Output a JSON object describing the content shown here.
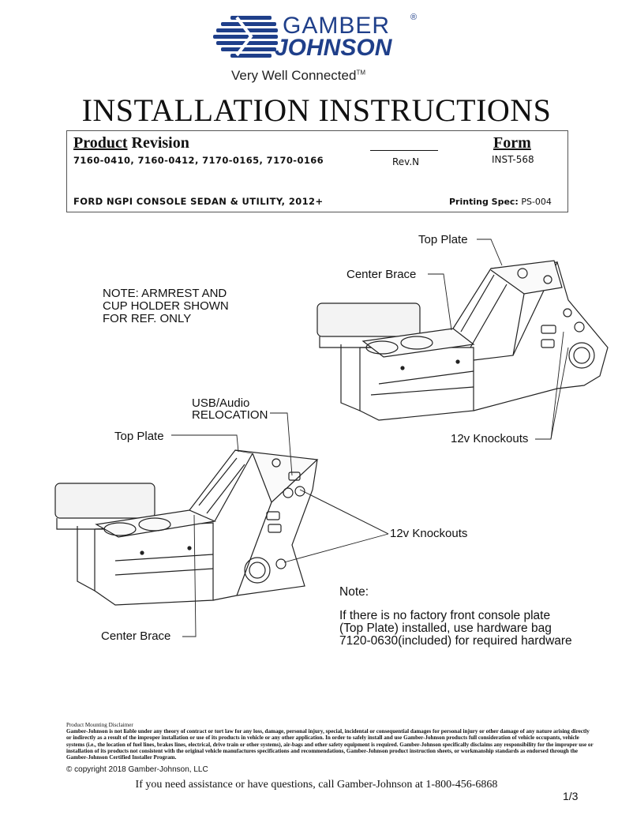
{
  "header": {
    "logo_line1": "GAMBER",
    "logo_line2": "JOHNSON",
    "logo_reg": "®",
    "tagline": "Very Well Connected",
    "tagline_tm": "TM",
    "title": "INSTALLATION INSTRUCTIONS"
  },
  "info": {
    "product_label": "Product",
    "revision_label": "Revision",
    "form_label": "Form",
    "part_numbers": "7160-0410, 7160-0412, 7170-0165, 7170-0166",
    "revision": "Rev.N",
    "form": "INST-568",
    "vehicle": "FORD NGPI CONSOLE SEDAN & UTILITY, 2012+",
    "printing_spec_label": "Printing Spec:",
    "printing_spec": "PS-004"
  },
  "diagram": {
    "top_plate_upper": "Top Plate",
    "center_brace_upper": "Center Brace",
    "note_armrest": [
      "NOTE: ARMREST AND",
      "CUP HOLDER SHOWN",
      "FOR REF. ONLY"
    ],
    "knockouts_upper": "12v Knockouts",
    "usb_audio": [
      "USB/Audio",
      "RELOCATION"
    ],
    "top_plate_lower": "Top Plate",
    "knockouts_lower": "12v Knockouts",
    "center_brace_lower": "Center Brace",
    "note_title": "Note:",
    "note_lines": [
      "If there is no factory front console plate",
      "(Top Plate) installed, use hardware bag",
      "7120-0630(included) for required hardware"
    ]
  },
  "footer": {
    "disclaimer_title": "Product Mounting Disclaimer",
    "disclaimer_body": "Gamber-Johnson is not liable under any theory of contract or tort law for any loss, damage, personal injury, special, incidental or consequential damages for personal injury or other damage of any nature arising directly or indirectly as a result of the improper installation or use of its products in vehicle or any other application. In order to safely install and use Gamber-Johnson products full consideration of vehicle occupants, vehicle systems (i.e., the location of fuel lines, brakes lines, electrical, drive train or other systems), air-bags and other safety equipment is required. Gamber-Johnson specifically disclaims any responsibility for the improper use or installation of its products not consistent with the original vehicle manufactures specifications and recommendations, Gamber-Johnson product instruction sheets, or workmanship standards as endorsed through the Gamber-Johnson Certified Installer Program.",
    "copyright": "© copyright 2018 Gamber-Johnson, LLC",
    "contact": "If you need assistance or have questions, call Gamber-Johnson at 1-800-456-6868",
    "page": "1/3"
  },
  "colors": {
    "brand_blue": "#1f3f8a"
  }
}
